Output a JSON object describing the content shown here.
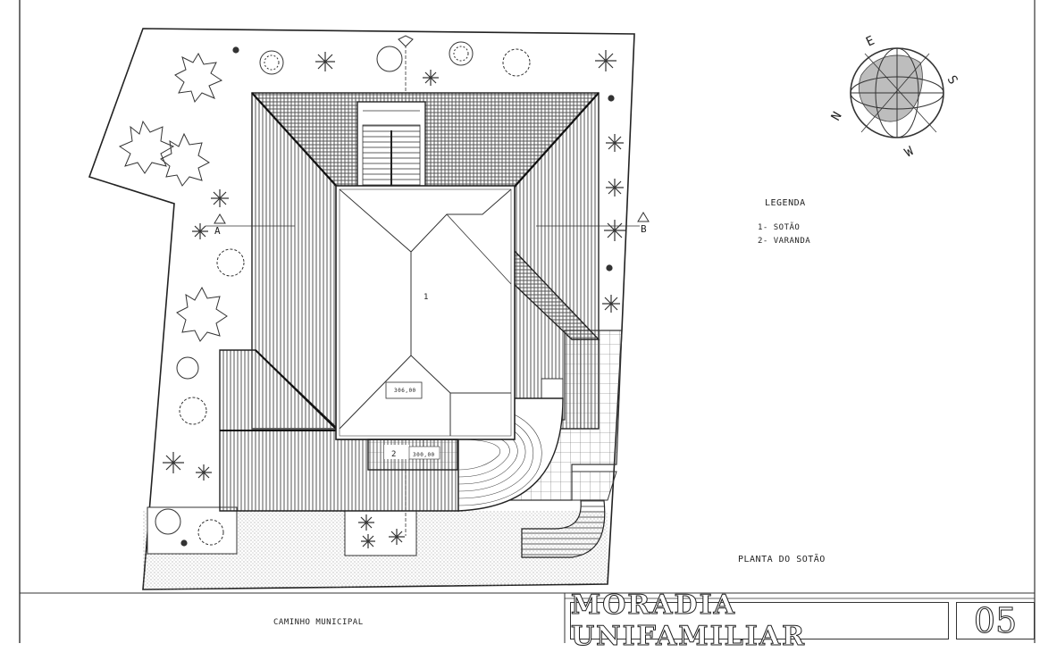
{
  "legend": {
    "title": "LEGENDA",
    "items": [
      "1- SOTÃO",
      "2- VARANDA"
    ]
  },
  "plan_title": "PLANTA DO SOTÃO",
  "road_label": "CAMINHO MUNICIPAL",
  "section_markers": {
    "a": "A",
    "b": "B"
  },
  "rooms": {
    "r1": "1",
    "r2": "2",
    "r1_area": "306,00",
    "r2_area": "300,00"
  },
  "title_block": {
    "project": "MORADIA UNIFAMILIAR",
    "sheet_number": "05"
  },
  "compass_letters": [
    "E",
    "S",
    "W",
    "N"
  ],
  "colors": {
    "line": "#1a1a1a",
    "hatch": "#555555",
    "paper": "#ffffff"
  }
}
